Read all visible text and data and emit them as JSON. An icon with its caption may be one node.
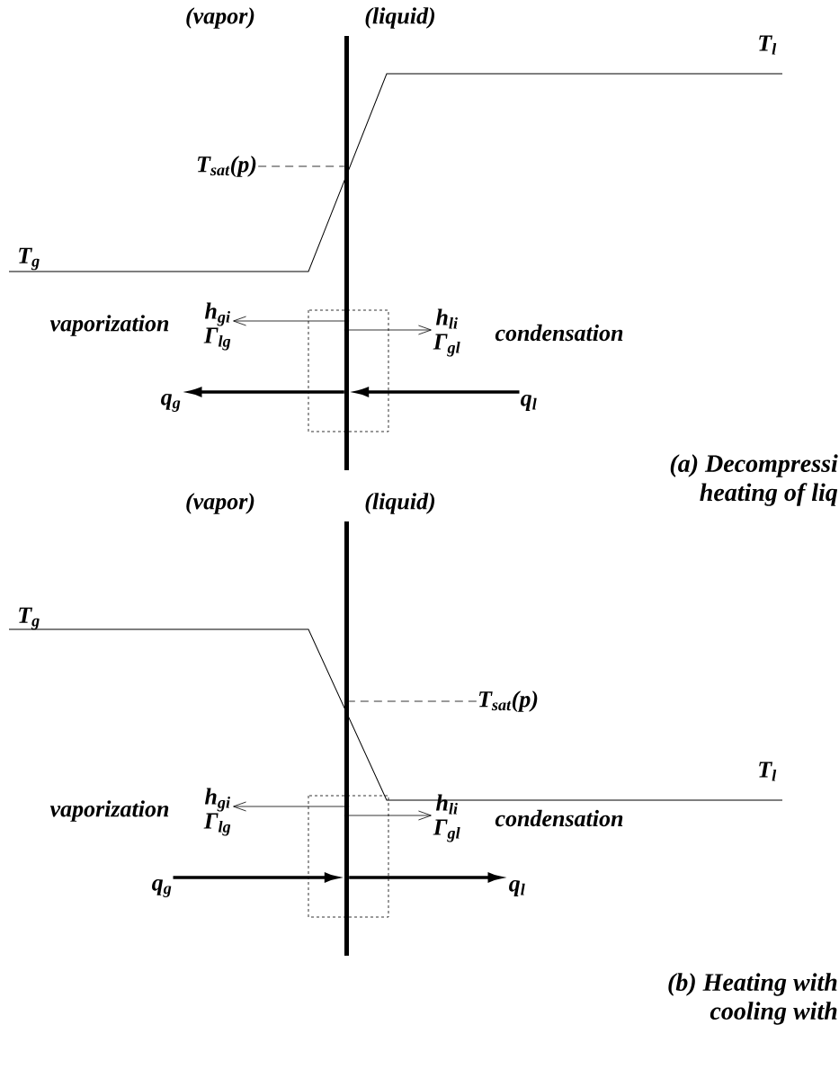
{
  "diagram": {
    "nodes": [
      {
        "text": [],
        "shape": "bar"
      },
      {
        "text": [
          "T$_{sat}$(p)"
        ]
      },
      {
        "text": [
          "h$_{gi}$",
          "Γ$_{lg}$"
        ]
      },
      {
        "text": [
          "h$_{li}$",
          "Γ$_{gl}$"
        ]
      },
      {
        "text": [
          "q$_{g}$"
        ]
      },
      {
        "text": [
          "q$_{l}$"
        ]
      },
      {
        "text": [],
        "shape": "bar"
      },
      {
        "text": [
          "T$_{sat}$(p)"
        ]
      },
      {
        "text": [
          "h$_{gi}$",
          "Γ$_{lg}$"
        ]
      },
      {
        "text": [
          "h$_{li}$",
          "Γ$_{gl}$"
        ]
      },
      {
        "text": [
          "q$_{g}$"
        ]
      },
      {
        "text": [
          "q$_{l}$"
        ]
      }
    ],
    "edges": [
      {
        "from": 0,
        "to": 4,
        "arrow": "to",
        "style": "thick"
      },
      {
        "from": 5,
        "to": 0,
        "arrow": "to",
        "style": "thick"
      },
      {
        "from": 1,
        "to": 0,
        "arrow": "none",
        "style": "dashed"
      },
      {
        "from": 0,
        "to": 2,
        "arrow": "to"
      },
      {
        "from": 0,
        "to": 3,
        "arrow": "to"
      },
      {
        "from": 10,
        "to": 6,
        "arrow": "to",
        "style": "thick"
      },
      {
        "from": 6,
        "to": 11,
        "arrow": "to",
        "style": "thick"
      },
      {
        "from": 7,
        "to": 6,
        "arrow": "none",
        "style": "dashed"
      },
      {
        "from": 6,
        "to": 8,
        "arrow": "to"
      },
      {
        "from": 6,
        "to": 9,
        "arrow": "to"
      }
    ],
    "labels": [
      "(vapor)",
      "(liquid)",
      "T$_{l}$",
      "T$_{g}$",
      "vaporization",
      "condensation",
      "(a) Decompressi",
      "(vapor)",
      "(liquid)",
      "heating of liq",
      "T$_{g}$",
      "T$_{l}$",
      "vaporization",
      "condensation",
      "(b) Heating with",
      "cooling with"
    ]
  }
}
